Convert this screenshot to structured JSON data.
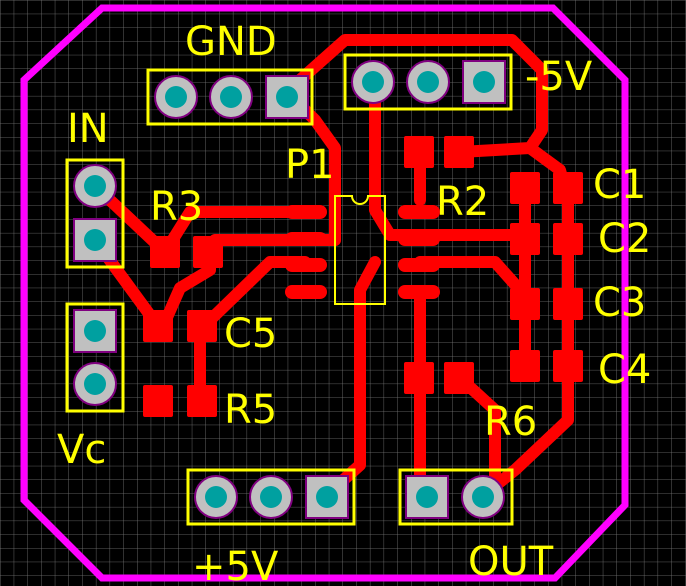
{
  "colors": {
    "background": "#000000",
    "grid": "#7a7a7a",
    "outline": "#ff00ff",
    "copper": "#ff0000",
    "silkscreen": "#ffff00",
    "pad": "#c0c0c0",
    "via_hole": "#00a0a0"
  },
  "labels": {
    "gnd": "GND",
    "minus5v": "-5V",
    "in": "IN",
    "p1": "P1",
    "r3": "R3",
    "r2": "R2",
    "c1": "C1",
    "c2": "C2",
    "c3": "C3",
    "c4": "C4",
    "c5": "C5",
    "r5": "R5",
    "r6": "R6",
    "vc": "Vc",
    "plus5v": "+5V",
    "out": "OUT"
  }
}
